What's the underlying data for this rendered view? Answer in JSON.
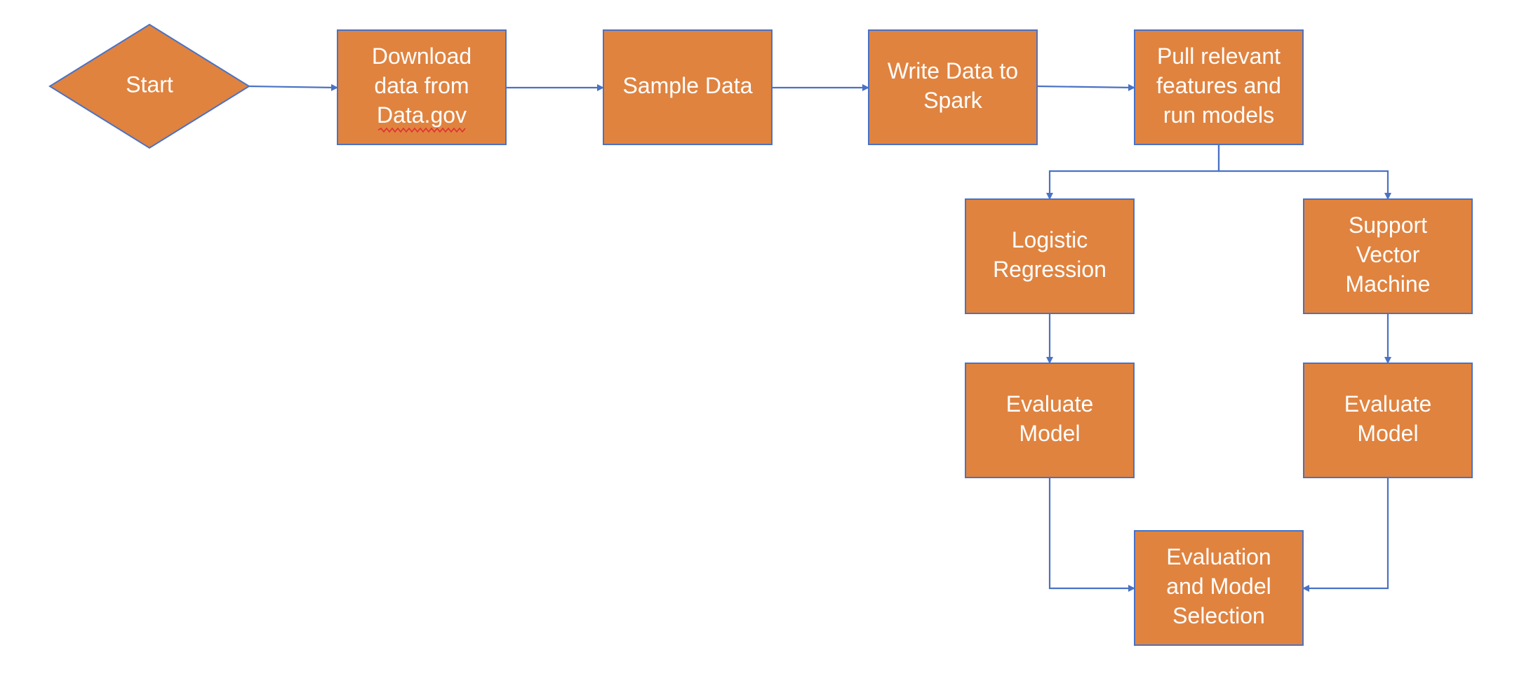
{
  "diagram": {
    "colors": {
      "node_fill": "#E0833F",
      "node_stroke": "#4A72C4",
      "edge": "#4A72C4",
      "text": "#ffffff",
      "spellcheck": "#e03030"
    },
    "nodes": [
      {
        "id": "start",
        "shape": "diamond",
        "lines": [
          "Start"
        ]
      },
      {
        "id": "download",
        "shape": "rect",
        "lines": [
          "Download",
          "data from",
          "Data.gov"
        ]
      },
      {
        "id": "sample",
        "shape": "rect",
        "lines": [
          "Sample Data"
        ]
      },
      {
        "id": "write",
        "shape": "rect",
        "lines": [
          "Write Data to",
          "Spark"
        ]
      },
      {
        "id": "pull",
        "shape": "rect",
        "lines": [
          "Pull relevant",
          "features and",
          "run models"
        ]
      },
      {
        "id": "logistic",
        "shape": "rect",
        "lines": [
          "Logistic",
          "Regression"
        ]
      },
      {
        "id": "svm",
        "shape": "rect",
        "lines": [
          "Support",
          "Vector",
          "Machine"
        ]
      },
      {
        "id": "eval_lr",
        "shape": "rect",
        "lines": [
          "Evaluate",
          "Model"
        ]
      },
      {
        "id": "eval_svm",
        "shape": "rect",
        "lines": [
          "Evaluate",
          "Model"
        ]
      },
      {
        "id": "selection",
        "shape": "rect",
        "lines": [
          "Evaluation",
          "and Model",
          "Selection"
        ]
      }
    ],
    "edges": [
      {
        "from": "start",
        "to": "download"
      },
      {
        "from": "download",
        "to": "sample"
      },
      {
        "from": "sample",
        "to": "write"
      },
      {
        "from": "write",
        "to": "pull"
      },
      {
        "from": "pull",
        "to": "logistic"
      },
      {
        "from": "pull",
        "to": "svm"
      },
      {
        "from": "logistic",
        "to": "eval_lr"
      },
      {
        "from": "svm",
        "to": "eval_svm"
      },
      {
        "from": "eval_lr",
        "to": "selection"
      },
      {
        "from": "eval_svm",
        "to": "selection"
      }
    ]
  }
}
